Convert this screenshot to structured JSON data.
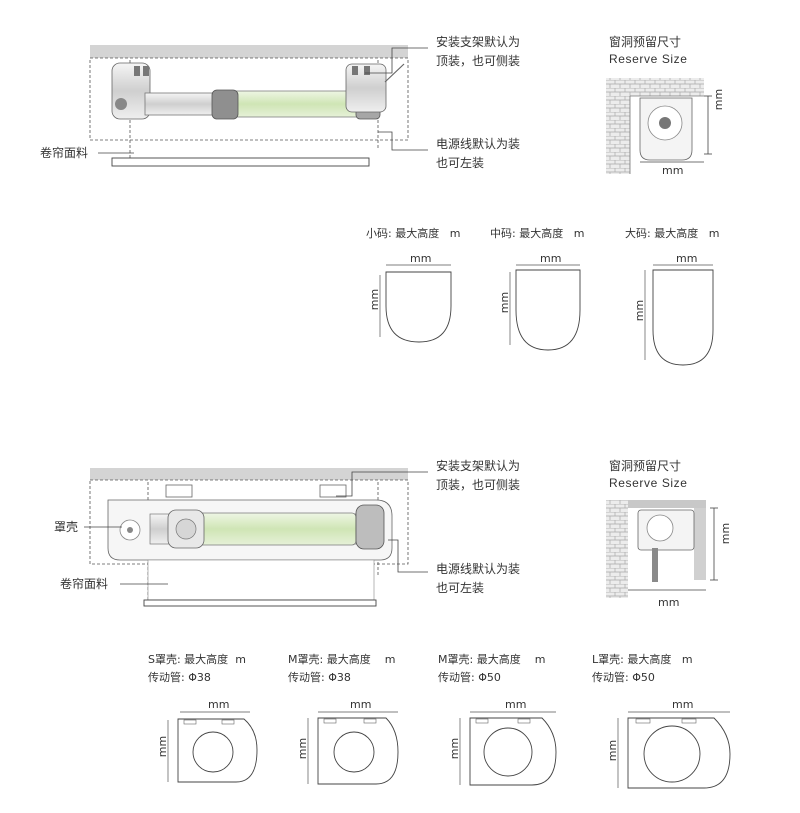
{
  "section1": {
    "annotation_bracket": [
      "安装支架默认为",
      "顶装，也可侧装"
    ],
    "annotation_power": [
      "电源线默认为装",
      "也可左装"
    ],
    "label_fabric": "卷帘面料",
    "reserve_title_cn": "窗洞预留尺寸",
    "reserve_title_en": "Reserve Size",
    "reserve_unit_h": "mm",
    "reserve_unit_w": "mm",
    "sizes": [
      {
        "label": "小码: 最大高度",
        "unit_after": "m",
        "w_unit": "mm",
        "h_unit": "mm"
      },
      {
        "label": "中码: 最大高度",
        "unit_after": "m",
        "w_unit": "mm",
        "h_unit": "mm"
      },
      {
        "label": "大码: 最大高度",
        "unit_after": "m",
        "w_unit": "mm",
        "h_unit": "mm"
      }
    ]
  },
  "section2": {
    "annotation_bracket": [
      "安装支架默认为",
      "顶装，也可侧装"
    ],
    "annotation_power": [
      "电源线默认为装",
      "也可左装"
    ],
    "label_cover": "罩壳",
    "label_fabric": "卷帘面料",
    "reserve_title_cn": "窗洞预留尺寸",
    "reserve_title_en": "Reserve Size",
    "reserve_unit_h": "mm",
    "reserve_unit_w": "mm",
    "sizes": [
      {
        "label": "S罩壳: 最大高度",
        "unit_after": "m",
        "tube": "传动管: Φ38",
        "w_unit": "mm",
        "h_unit": "mm"
      },
      {
        "label": "M罩壳: 最大高度",
        "unit_after": "m",
        "tube": "传动管: Φ38",
        "w_unit": "mm",
        "h_unit": "mm"
      },
      {
        "label": "M罩壳: 最大高度",
        "unit_after": "m",
        "tube": "传动管: Φ50",
        "w_unit": "mm",
        "h_unit": "mm"
      },
      {
        "label": "L罩壳: 最大高度",
        "unit_after": "m",
        "tube": "传动管: Φ50",
        "w_unit": "mm",
        "h_unit": "mm"
      }
    ]
  },
  "colors": {
    "line": "#333333",
    "ceiling": "#d4d4d4",
    "wall": "#bdbdbd",
    "tube_fill": "#d8ebc4",
    "motor": "#9a9a9a"
  }
}
